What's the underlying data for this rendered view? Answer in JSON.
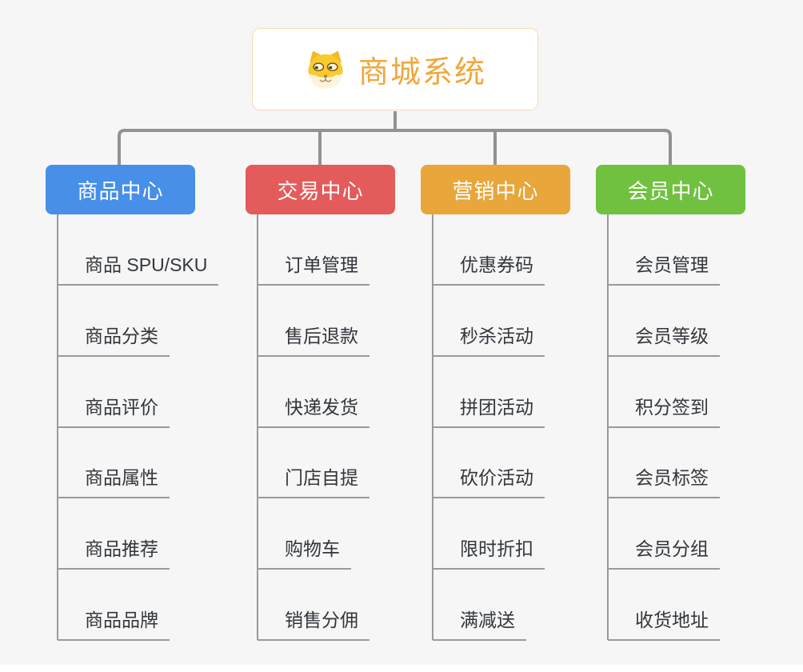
{
  "root": {
    "title": "商城系统",
    "icon": "dog-face-icon",
    "title_color": "#f1a73b",
    "border_color": "#f0b560",
    "background": "#ffffff"
  },
  "connector_colors": {
    "tree_lines": "#929292",
    "item_lines": "#9a9a9a"
  },
  "branches": [
    {
      "label": "商品中心",
      "color": "#478fe8",
      "items": [
        "商品 SPU/SKU",
        "商品分类",
        "商品评价",
        "商品属性",
        "商品推荐",
        "商品品牌"
      ]
    },
    {
      "label": "交易中心",
      "color": "#e45b5b",
      "items": [
        "订单管理",
        "售后退款",
        "快递发货",
        "门店自提",
        "购物车",
        "销售分佣"
      ]
    },
    {
      "label": "营销中心",
      "color": "#e8a63b",
      "items": [
        "优惠券码",
        "秒杀活动",
        "拼团活动",
        "砍价活动",
        "限时折扣",
        "满减送"
      ]
    },
    {
      "label": "会员中心",
      "color": "#70c13f",
      "items": [
        "会员管理",
        "会员等级",
        "积分签到",
        "会员标签",
        "会员分组",
        "收货地址"
      ]
    }
  ]
}
